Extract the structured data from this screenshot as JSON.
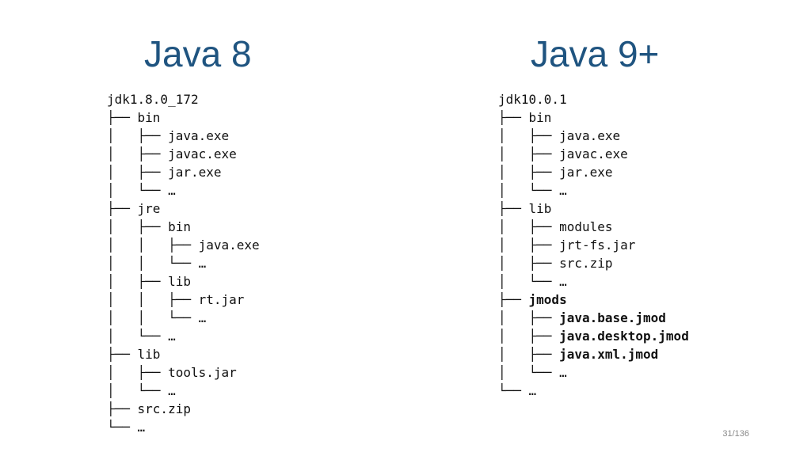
{
  "left": {
    "title": "Java 8",
    "tree": [
      {
        "prefix": "",
        "name": "jdk1.8.0_172"
      },
      {
        "prefix": "├── ",
        "name": "bin"
      },
      {
        "prefix": "│   ├── ",
        "name": "java.exe"
      },
      {
        "prefix": "│   ├── ",
        "name": "javac.exe"
      },
      {
        "prefix": "│   ├── ",
        "name": "jar.exe"
      },
      {
        "prefix": "│   └── ",
        "name": "…"
      },
      {
        "prefix": "├── ",
        "name": "jre"
      },
      {
        "prefix": "│   ├── ",
        "name": "bin"
      },
      {
        "prefix": "│   │   ├── ",
        "name": "java.exe"
      },
      {
        "prefix": "│   │   └── ",
        "name": "…"
      },
      {
        "prefix": "│   ├── ",
        "name": "lib"
      },
      {
        "prefix": "│   │   ├── ",
        "name": "rt.jar"
      },
      {
        "prefix": "│   │   └── ",
        "name": "…"
      },
      {
        "prefix": "│   └── ",
        "name": "…"
      },
      {
        "prefix": "├── ",
        "name": "lib"
      },
      {
        "prefix": "│   ├── ",
        "name": "tools.jar"
      },
      {
        "prefix": "│   └── ",
        "name": "…"
      },
      {
        "prefix": "├── ",
        "name": "src.zip"
      },
      {
        "prefix": "└── ",
        "name": "…"
      }
    ]
  },
  "right": {
    "title": "Java 9+",
    "tree": [
      {
        "prefix": "",
        "name": "jdk10.0.1"
      },
      {
        "prefix": "├── ",
        "name": "bin"
      },
      {
        "prefix": "│   ├── ",
        "name": "java.exe"
      },
      {
        "prefix": "│   ├── ",
        "name": "javac.exe"
      },
      {
        "prefix": "│   ├── ",
        "name": "jar.exe"
      },
      {
        "prefix": "│   └── ",
        "name": "…"
      },
      {
        "prefix": "├── ",
        "name": "lib"
      },
      {
        "prefix": "│   ├── ",
        "name": "modules"
      },
      {
        "prefix": "│   ├── ",
        "name": "jrt-fs.jar"
      },
      {
        "prefix": "│   ├── ",
        "name": "src.zip"
      },
      {
        "prefix": "│   └── ",
        "name": "…"
      },
      {
        "prefix": "├── ",
        "name": "jmods",
        "bold": true
      },
      {
        "prefix": "│   ├── ",
        "name": "java.base.jmod",
        "bold": true
      },
      {
        "prefix": "│   ├── ",
        "name": "java.desktop.jmod",
        "bold": true
      },
      {
        "prefix": "│   ├── ",
        "name": "java.xml.jmod",
        "bold": true
      },
      {
        "prefix": "│   └── ",
        "name": "…"
      },
      {
        "prefix": "└── ",
        "name": "…"
      }
    ]
  },
  "page_number": "31/136",
  "colors": {
    "heading": "#1f5480",
    "text": "#111111",
    "page_number": "#8a8a8a"
  }
}
